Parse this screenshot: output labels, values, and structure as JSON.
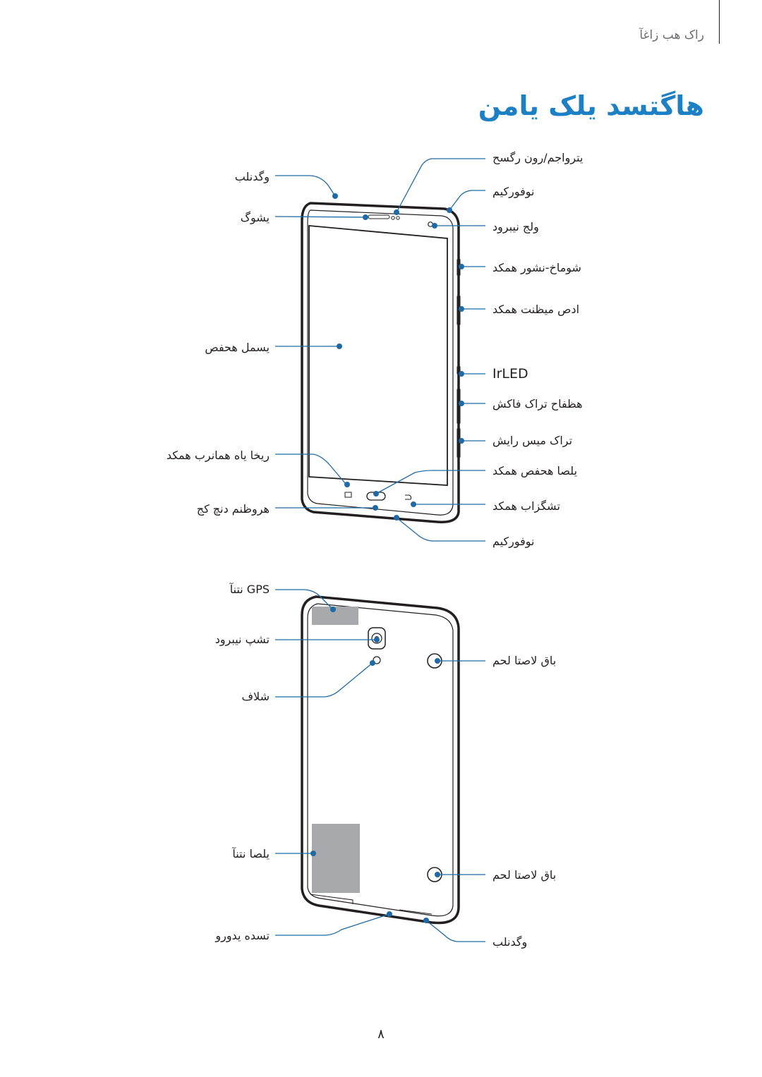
{
  "header": {
    "section": "راک هب زاغآ",
    "title": "هاگتسد یلک یامن"
  },
  "front_labels": {
    "left": [
      "وگدنلب",
      "یشوگ",
      "یسمل هحفص",
      "ریخا یاه همانرب همکد",
      "هروظنم دنچ کج"
    ],
    "right": [
      "یتروا‌جم/رون رگسح",
      "نوفورکیم",
      "ولج نیبرود",
      "شوماخ-نشور همکد",
      "ادص میظنت همکد",
      "IrLED",
      "هظفاح تراک فاکش",
      "تراک میس رایش",
      "یلصا هحفص همکد",
      "تشگزاب همکد",
      "نوفورکیم"
    ]
  },
  "back_labels": {
    "left": [
      "GPS نتنآ",
      "تشپ نیبرود",
      "شلاف",
      "یلصا نتنآ",
      "تسده یدورو"
    ],
    "right": [
      "باق لاصتا لحم",
      "باق لاصتا لحم",
      "وگدنلب"
    ]
  },
  "page_number": "۸",
  "colors": {
    "accent": "#1d7fc4",
    "leader": "#1f6aa5",
    "outline": "#231f20",
    "plate": "#a7a9ac"
  }
}
